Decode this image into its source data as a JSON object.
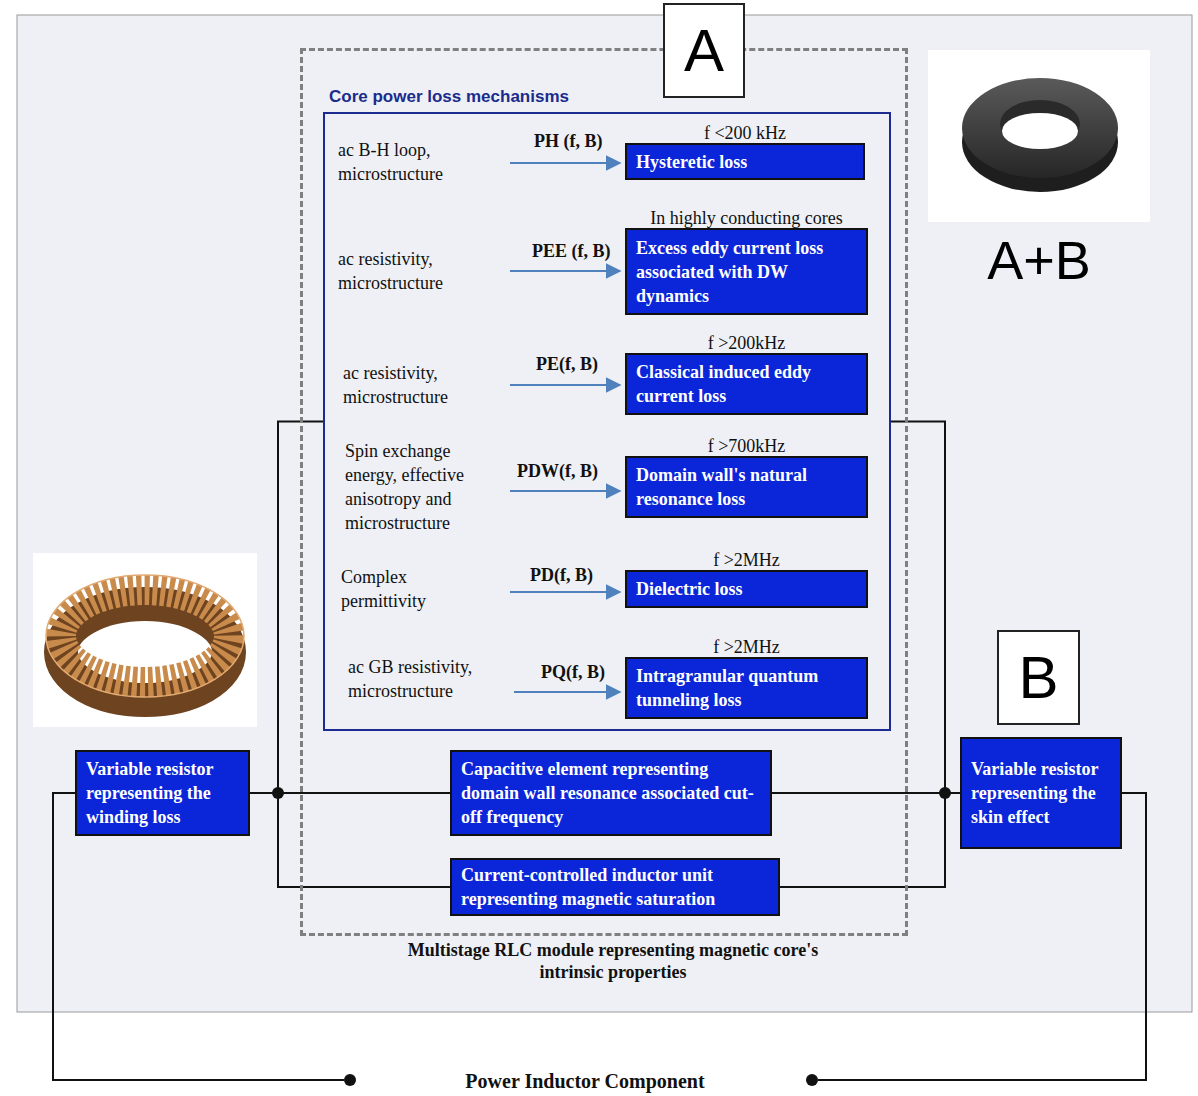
{
  "diagram": {
    "nodes": [
      {
        "text": [
          "A"
        ]
      },
      {
        "text": [
          "Multistage RLC module representing magnetic core's intrinsic properties"
        ]
      },
      {
        "text": [
          "Core power loss mechanisms"
        ],
        "in": 1
      },
      {
        "text": [
          "f <200 kHz",
          "Hysteretic loss"
        ],
        "in": 2
      },
      {
        "text": [
          "In highly conducting cores",
          "Excess eddy current loss associated with DW dynamics"
        ],
        "in": 2
      },
      {
        "text": [
          "f >200kHz",
          "Classical induced eddy current loss"
        ],
        "in": 2
      },
      {
        "text": [
          "f >700kHz",
          "Domain wall's natural resonance loss"
        ],
        "in": 2
      },
      {
        "text": [
          "f >2MHz",
          "Dielectric loss"
        ],
        "in": 2
      },
      {
        "text": [
          "f >2MHz",
          "Intragranular quantum tunneling loss"
        ],
        "in": 2
      },
      {
        "text": [
          "A+B"
        ]
      },
      {
        "text": [
          "Variable resistor representing the winding loss"
        ]
      },
      {
        "text": [
          "Capacitive element representing domain wall resonance associated cut-off frequency"
        ],
        "in": 1
      },
      {
        "text": [
          "Current-controlled inductor unit representing magnetic saturation"
        ],
        "in": 1
      },
      {
        "text": [
          "B"
        ]
      },
      {
        "text": [
          "Variable resistor representing the skin effect"
        ]
      }
    ],
    "edges": [
      {
        "from": 10,
        "to": 11,
        "arrow": "none"
      },
      {
        "from": 10,
        "to": 12,
        "arrow": "none"
      },
      {
        "from": 10,
        "to": 2,
        "arrow": "none"
      },
      {
        "from": 11,
        "to": 14,
        "arrow": "none"
      },
      {
        "from": 12,
        "to": 14,
        "arrow": "none"
      },
      {
        "from": 2,
        "to": 14,
        "arrow": "none"
      }
    ],
    "labels": [
      "ac B-H loop, microstructure",
      "PH (f, B)",
      "ac resistivity, microstructure",
      "PEE (f, B)",
      "ac resistivity, microstructure",
      "PE(f, B)",
      "Spin exchange energy, effective anisotropy and microstructure",
      "PDW(f, B)",
      "Complex permittivity",
      "PD(f, B)",
      "ac GB resistivity, microstructure",
      "PQ(f, B)",
      "Power Inductor Component"
    ]
  }
}
